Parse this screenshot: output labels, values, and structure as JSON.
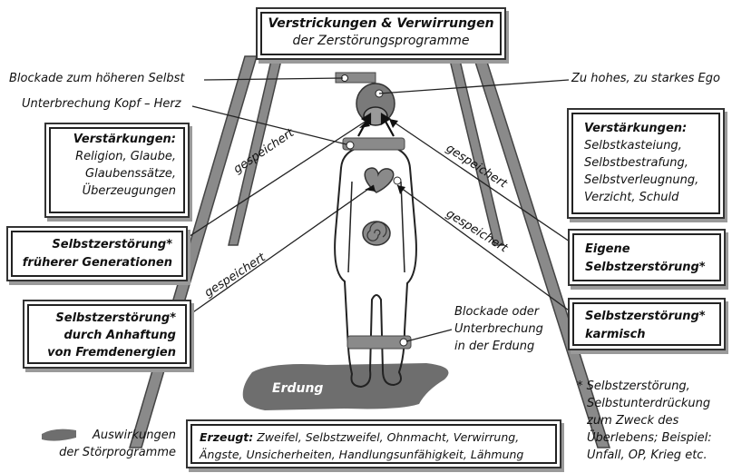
{
  "title": {
    "line1": "Verstrickungen & Verwirrungen",
    "line2": "der Zerstörungsprogramme"
  },
  "callouts": {
    "blockade_top": "Blockade zum höheren Selbst",
    "head_heart": "Unterbrechung Kopf – Herz",
    "ego": "Zu hohes, zu starkes Ego",
    "grounding_1": "Blockade oder",
    "grounding_2": "Unterbrechung",
    "grounding_3": "in der Erdung"
  },
  "stored_label": "gespeichert",
  "left_reinforcements": {
    "heading": "Verstärkungen:",
    "lines": [
      "Religion, Glaube,",
      "Glaubenssätze,",
      "Überzeugungen"
    ]
  },
  "right_reinforcements": {
    "heading": "Verstärkungen:",
    "lines": [
      "Selbstkasteiung,",
      "Selbstbestrafung,",
      "Selbstverleugnung,",
      "Verzicht, Schuld"
    ]
  },
  "prior_generations": {
    "line1": "Selbstzerstörung*",
    "line2": "früherer Generationen"
  },
  "foreign_energies": {
    "line1": "Selbstzerstörung*",
    "line2": "durch Anhaftung",
    "line3": "von Fremdenergien"
  },
  "own_destruction": {
    "line1": "Eigene",
    "line2": "Selbstzerstörung*"
  },
  "karmic": {
    "line1": "Selbstzerstörung*",
    "line2": "karmisch"
  },
  "grounding_label": "Erdung",
  "footnote": {
    "line1": "* Selbstzerstörung,",
    "line2": "Selbstunterdrückung",
    "line3": "zum Zweck des",
    "line4": "Überlebens; Beispiel:",
    "line5": "Unfall, OP, Krieg etc."
  },
  "legend": {
    "line1": "Auswirkungen",
    "line2": "der Störprogramme"
  },
  "produces": {
    "heading": "Erzeugt:",
    "line1": "Zweifel, Selbstzweifel, Ohnmacht, Verwirrung,",
    "line2": "Ängste, Unsicherheiten, Handlungsunfähigkeit, Lähmung"
  },
  "colors": {
    "band": "#858585",
    "band_outline": "#4a4a4a",
    "shadow": "#6e6e6e",
    "line": "#222222"
  }
}
